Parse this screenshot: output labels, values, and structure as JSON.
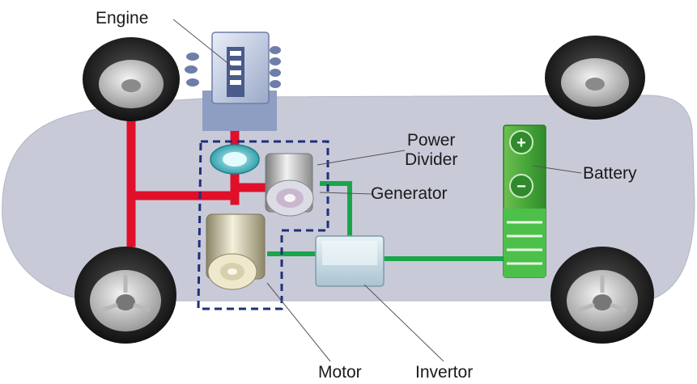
{
  "labels": {
    "engine": "Engine",
    "power_divider_line1": "Power",
    "power_divider_line2": "Divider",
    "generator": "Generator",
    "battery": "Battery",
    "motor": "Motor",
    "invertor": "Invertor"
  },
  "battery_terminals": {
    "positive": "+",
    "negative": "−"
  },
  "colors": {
    "car_body": "#c9cad8",
    "mechanical_link": "#e0102a",
    "electrical_link": "#19a64a",
    "battery": "#3fae42",
    "group_outline": "#1f2f7a"
  }
}
